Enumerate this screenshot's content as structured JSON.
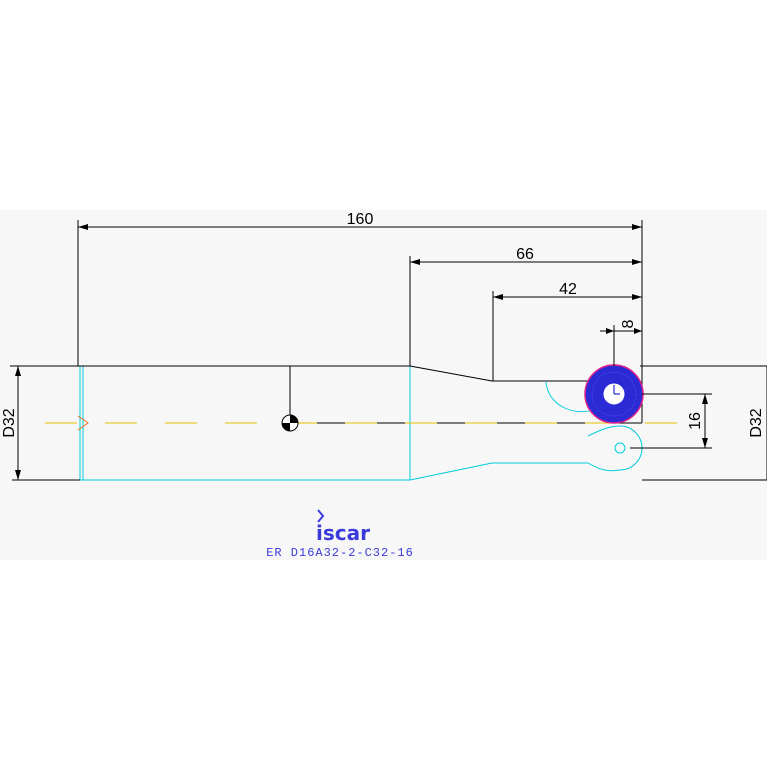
{
  "drawing": {
    "colors": {
      "background": "#ffffff",
      "dimension": "#000000",
      "outline": "#00ccdd",
      "centerline": "#e6c200",
      "insert": "#2b2bd6",
      "brand": "#3b3bdc"
    },
    "dimensions": {
      "overall_length": "160",
      "neck_length": "66",
      "reduced_length": "42",
      "insert_offset": "8",
      "center_height": "16",
      "left_diameter": "D32",
      "right_diameter": "D32"
    },
    "brand": {
      "logo": "iscar",
      "part_number": "ER D16A32-2-C32-16"
    }
  }
}
